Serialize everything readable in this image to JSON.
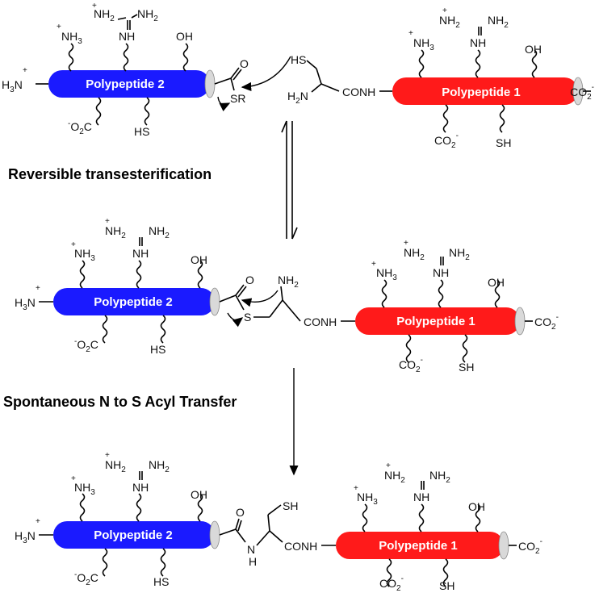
{
  "labels": {
    "polypeptide_2": "Polypeptide 2",
    "polypeptide_1": "Polypeptide 1",
    "step_1": "Reversible transesterification",
    "step_2": "Spontaneous N to S Acyl Transfer"
  },
  "groups": {
    "nh3": "NH",
    "nh3_sub": "3",
    "plus": "+",
    "h3n_h": "H",
    "h3n_sub": "3",
    "h3n_n": "N",
    "nh2": "NH",
    "nh2_sub": "2",
    "nh": "NH",
    "oh": "OH",
    "hs": "HS",
    "sh": "SH",
    "o2c_pre": "-",
    "o2c": "O",
    "o2c_sub": "2",
    "o2c_c": "C",
    "co2": "CO",
    "co2_sub": "2",
    "co2_sup": "-",
    "sr": "SR",
    "s": "S",
    "o": "O",
    "h2n": "H",
    "h2n_sub": "2",
    "h2n_n": "N",
    "conh": "CONH",
    "n": "N",
    "h": "H"
  },
  "colors": {
    "polypeptide_2": "#1a1aff",
    "polypeptide_1": "#ff1a1a",
    "cap": "#d9d9d9"
  }
}
